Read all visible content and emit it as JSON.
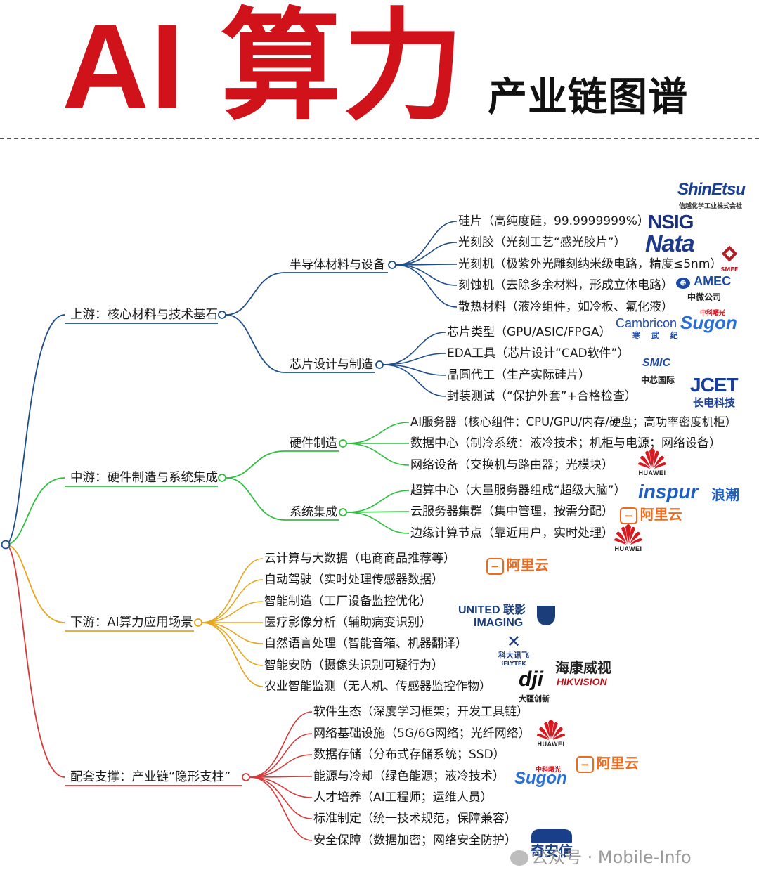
{
  "title": {
    "main": "AI 算力",
    "sub": "产业链图谱"
  },
  "tree": {
    "upstream": {
      "label": "上游：核心材料与技术基石",
      "groups": [
        {
          "label": "半导体材料与设备",
          "items": [
            "硅片（高纯度硅，99.9999999%）",
            "光刻胶（光刻工艺“感光胶片”）",
            "光刻机（极紫外光雕刻纳米级电路，精度≤5nm）",
            "刻蚀机（去除多余材料，形成立体电路）",
            "散热材料（液冷组件，如冷板、氟化液）"
          ]
        },
        {
          "label": "芯片设计与制造",
          "items": [
            "芯片类型（GPU/ASIC/FPGA）",
            "EDA工具（芯片设计“CAD软件”）",
            "晶圆代工（生产实际硅片）",
            "封装测试（“保护外套”+合格检查）"
          ]
        }
      ]
    },
    "midstream": {
      "label": "中游：硬件制造与系统集成",
      "groups": [
        {
          "label": "硬件制造",
          "items": [
            "AI服务器（核心组件：CPU/GPU/内存/硬盘；高功率密度机柜）",
            "数据中心（制冷系统：液冷技术；机柜与电源；网络设备）",
            "网络设备（交换机与路由器；光模块）"
          ]
        },
        {
          "label": "系统集成",
          "items": [
            "超算中心（大量服务器组成“超级大脑”）",
            "云服务器集群（集中管理，按需分配）",
            "边缘计算节点（靠近用户，实时处理）"
          ]
        }
      ]
    },
    "downstream": {
      "label": "下游：AI算力应用场景",
      "items": [
        "云计算与大数据（电商商品推荐等）",
        "自动驾驶（实时处理传感器数据）",
        "智能制造（工厂设备监控优化）",
        "医疗影像分析（辅助病变识别）",
        "自然语言处理（智能音箱、机器翻译）",
        "智能安防（摄像头识别可疑行为）",
        "农业智能监测（无人机、传感器监控作物）"
      ]
    },
    "support": {
      "label": "配套支撑：产业链“隐形支柱”",
      "items": [
        "软件生态（深度学习框架；开发工具链）",
        "网络基础设施（5G/6G网络；光纤网络）",
        "数据存储（分布式存储系统；SSD）",
        "能源与冷却（绿色能源；液冷技术）",
        "人才培养（AI工程师；运维人员）",
        "标准制定（统一技术规范，保障兼容）",
        "安全保障（数据加密；网络安全防护）"
      ]
    }
  },
  "logos": {
    "shinetsu": "ShinEtsu",
    "shinetsu_cn": "信越化学工业株式会社",
    "nsig": "NSIG",
    "nata": "Nata",
    "smee": "SMEE",
    "amec": "AMEC",
    "amec_cn": "中微公司",
    "sugon_cn": "中科曙光",
    "sugon": "Sugon",
    "cambricon": "Cambricon",
    "cambricon_cn": "寒 武 纪",
    "smic": "SMIC",
    "smic_cn": "中芯国际",
    "jcet": "JCET",
    "jcet_cn": "长电科技",
    "huawei": "HUAWEI",
    "inspur": "inspur",
    "inspur_cn": "浪潮",
    "aliyun": "阿里云",
    "united1": "UNITED 联影",
    "united2": "IMAGING",
    "iflytek_cn": "科大讯飞",
    "iflytek": "iFLYTEK",
    "hik_cn": "海康威视",
    "hik": "HIKVISION",
    "dji": "dji",
    "dji_cn": "大疆创新",
    "qax": "奇安信"
  },
  "watermark": "公众号 · Mobile-Info",
  "colors": {
    "title_red": "#d0121b",
    "upstream": "#1f4e8c",
    "midstream": "#2fbf3f",
    "downstream": "#e8a51c",
    "support": "#d63a3a"
  }
}
